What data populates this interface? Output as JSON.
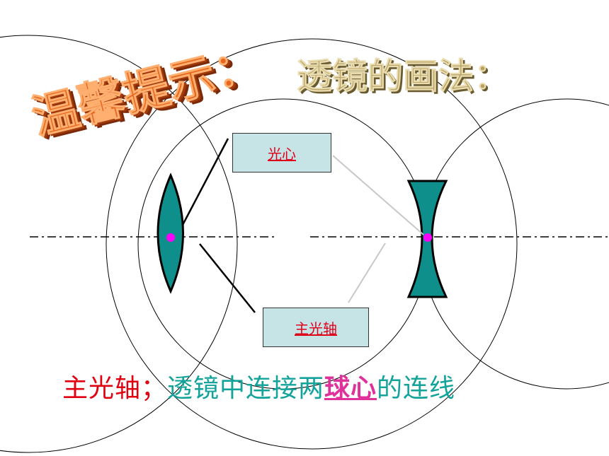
{
  "title_left": "温馨提示：",
  "title_right": "透镜的画法：",
  "label_optical_center": "光心",
  "label_principal_axis": "主光轴",
  "caption": {
    "part1": "主光轴；",
    "part2": "透镜中连接两",
    "part3": "球心",
    "part4": "的连线"
  },
  "colors": {
    "lens_fill": "#0f8f8c",
    "point": "#ff00ff",
    "title_orange": "#e8661c",
    "title_gold": "#b8a060",
    "label_red": "#e0001a",
    "caption_red": "#e00010",
    "caption_teal": "#13a39a",
    "caption_pink": "#e0309a",
    "box_fill": "#c6e4e6"
  }
}
